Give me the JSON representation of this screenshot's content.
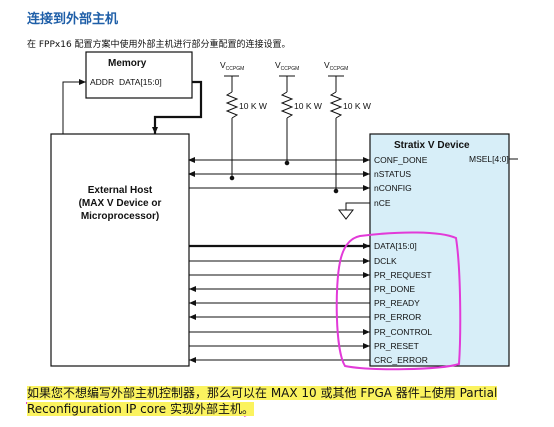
{
  "heading": "连接到外部主机",
  "intro": "在 FPPx16 配置方案中使用外部主机进行部分重配置的连接设置。",
  "memory": {
    "title": "Memory",
    "addr": "ADDR",
    "data": "DATA[15:0]"
  },
  "host": {
    "line1": "External Host",
    "line2": "(MAX V Device or",
    "line3": "Microprocessor)"
  },
  "device": {
    "title": "Stratix V Device",
    "msel": "MSEL[4:0]",
    "pins": [
      "CONF_DONE",
      "nSTATUS",
      "nCONFIG",
      "nCE",
      "DATA[15:0]",
      "DCLK",
      "PR_REQUEST",
      "PR_DONE",
      "PR_READY",
      "PR_ERROR",
      "PR_CONTROL",
      "PR_RESET",
      "CRC_ERROR"
    ]
  },
  "supply": {
    "v": "V",
    "sub": "CCPGM"
  },
  "resistor": "10 K W",
  "footnote": {
    "part1": "如果您不想编写外部主机控制器，那么可以在 MAX 10 或其他 FPGA 器件上使用 Partial",
    "part2": "Reconfiguration IP core 实现外部主机。"
  },
  "colors": {
    "heading": "#1f5fa8",
    "device_fill": "#d7eef8",
    "highlight": "#fbf35f",
    "annotation": "#e23ad8"
  }
}
